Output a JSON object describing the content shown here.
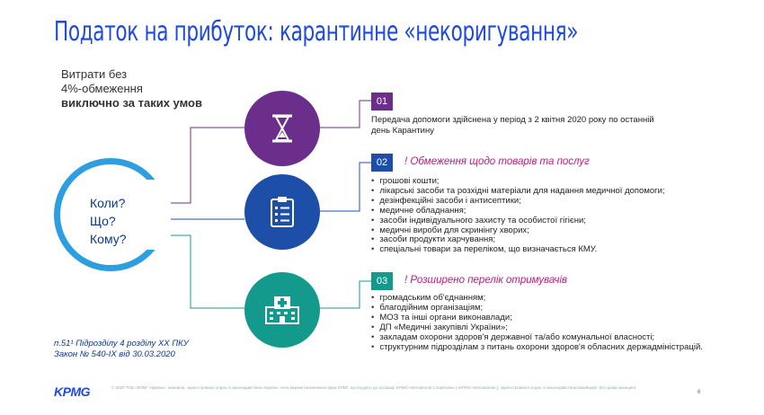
{
  "title": "Податок на прибуток: карантинне «некоригування»",
  "intro": {
    "line1": "Витрати без",
    "line2": "4%-обмеження",
    "line3": "виключно за таких умов"
  },
  "questions": [
    "Коли?",
    "Що?",
    "Кому?"
  ],
  "icons": [
    "hourglass-icon",
    "clipboard-checklist-icon",
    "hospital-icon"
  ],
  "colors": {
    "purple": "#6b2e8a",
    "blue": "#1e4fa8",
    "teal": "#149a8c",
    "ring": "#2d9fe0",
    "title": "#1e49e2",
    "accent": "#c2177e"
  },
  "section1": {
    "number": "01",
    "text": "Передача допомоги здійснена у період з 2 квітня 2020 року по останній день Карантину"
  },
  "section2": {
    "number": "02",
    "heading": "! Обмеження щодо товарів та послуг",
    "items": [
      "грошові кошти;",
      "лікарські засоби та розхідні матеріали для надання медичної допомоги;",
      "дезінфекційні засоби і антисептики;",
      "медичне обладнання;",
      "засоби індивідуального захисту та особистої гігієни;",
      "медичні вироби для скринінгу хворих;",
      "засоби продукти харчування;",
      "спеціальні товари за переліком, що визначається КМУ."
    ]
  },
  "section3": {
    "number": "03",
    "heading": "! Розширено перелік отримувачів",
    "items": [
      "громадським об'єднанням;",
      "благодійним організаціям;",
      "МОЗ та інші органи виконавлади;",
      "ДП «Медичні закупівлі України»;",
      "закладам охорони здоров'я державної та/або комунальної власності;",
      "структурним підрозділам з питань охорони здоров'я обласних держадміністрацій."
    ]
  },
  "footnote": {
    "line1": "п.51¹ Підрозділу 4 розділу XX ПКУ",
    "line2": "Закон № 540-IX від 30.03.2020"
  },
  "logo": "KPMG",
  "legal": "© 2020 ТОВ «КПМГ Україна», компанія, зареєстрована згідно із законодавством України, член мережі незалежних фірм КПМГ, що входять до асоціації KPMG International Cooperative («KPMG International»), зареєстрованої згідно із законодавством Швейцарії. Всі права захищені.",
  "page_number": "6"
}
